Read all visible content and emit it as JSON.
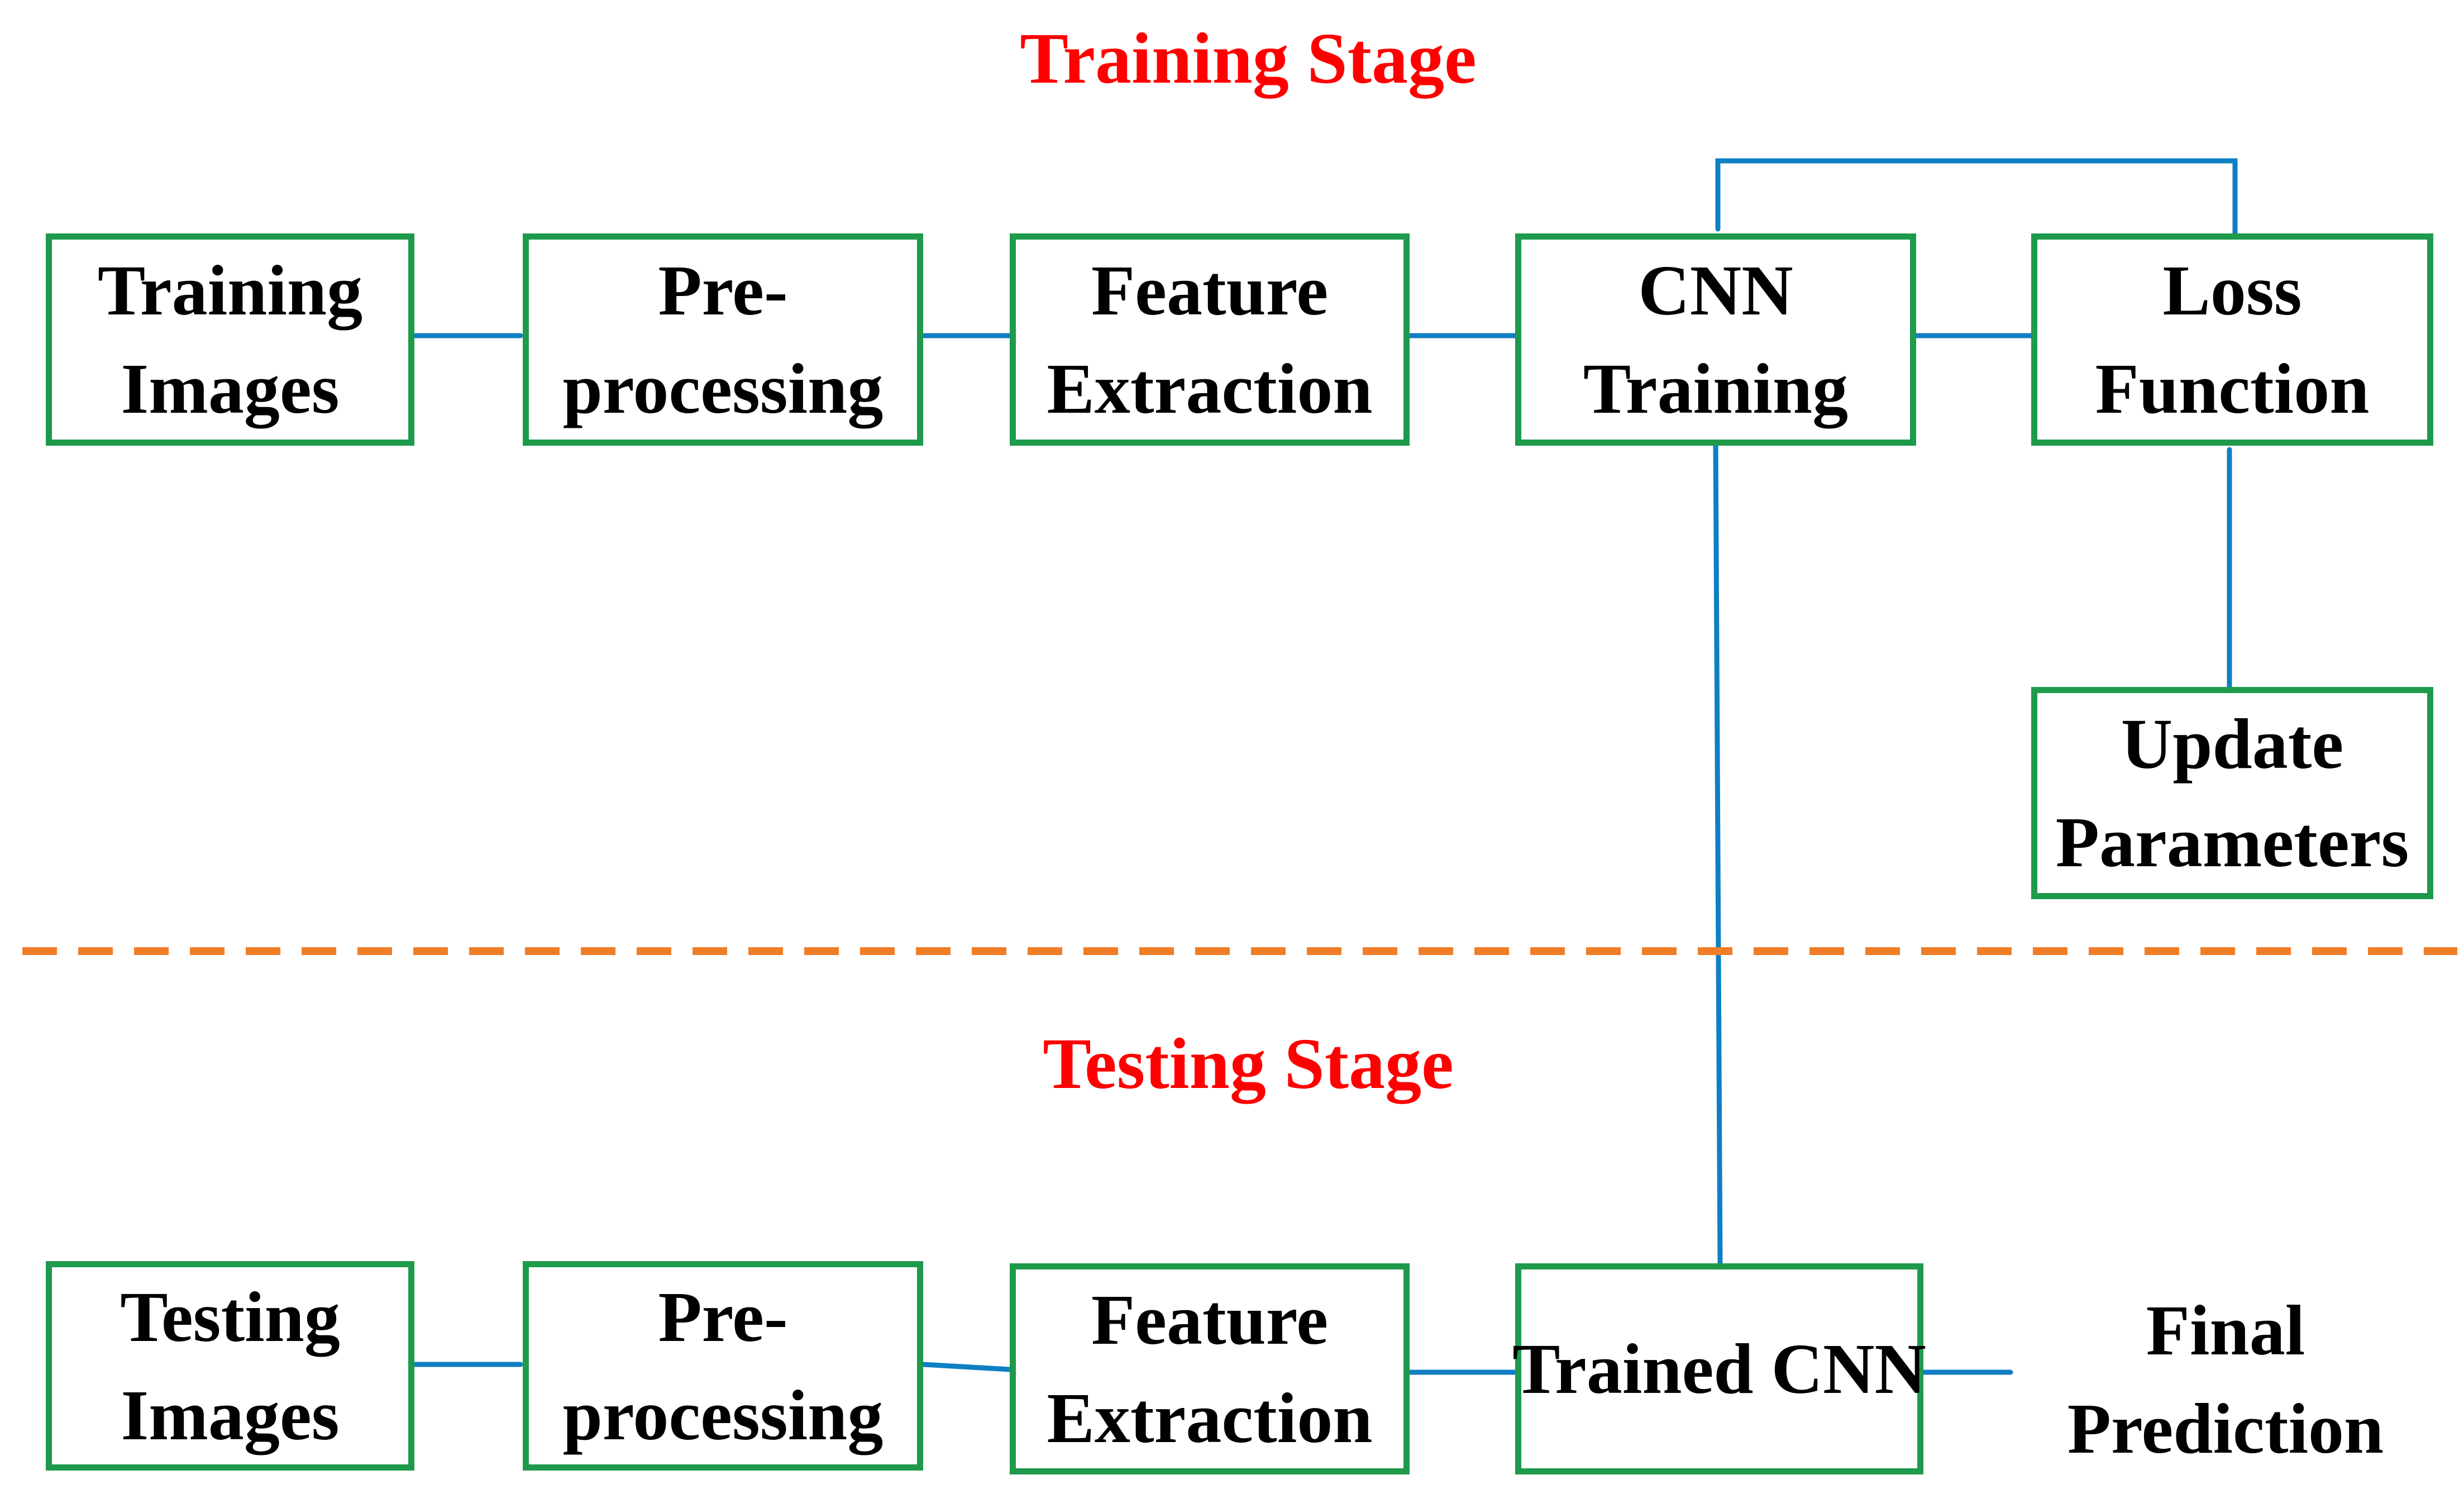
{
  "colors": {
    "box_border": "#1e9a4b",
    "arrow": "#0f7fc4",
    "divider": "#f07d28",
    "stage_title": "#ff0000",
    "text": "#000000"
  },
  "training_stage": {
    "title": "Training Stage",
    "boxes": {
      "training_images": [
        "Training",
        "Images"
      ],
      "preprocessing": [
        "Pre-",
        "processing"
      ],
      "feature_extraction": [
        "Feature",
        "Extraction"
      ],
      "cnn_training": [
        "CNN",
        "Training"
      ],
      "loss_function": [
        "Loss",
        "Function"
      ],
      "update_parameters": [
        "Update",
        "Parameters"
      ]
    }
  },
  "testing_stage": {
    "title": "Testing Stage",
    "boxes": {
      "testing_images": [
        "Testing",
        "Images"
      ],
      "preprocessing": [
        "Pre-",
        "processing"
      ],
      "feature_extraction": [
        "Feature",
        "Extraction"
      ],
      "trained_cnn": [
        "Trained CNN"
      ]
    },
    "output": [
      "Final",
      "Prediction"
    ]
  }
}
